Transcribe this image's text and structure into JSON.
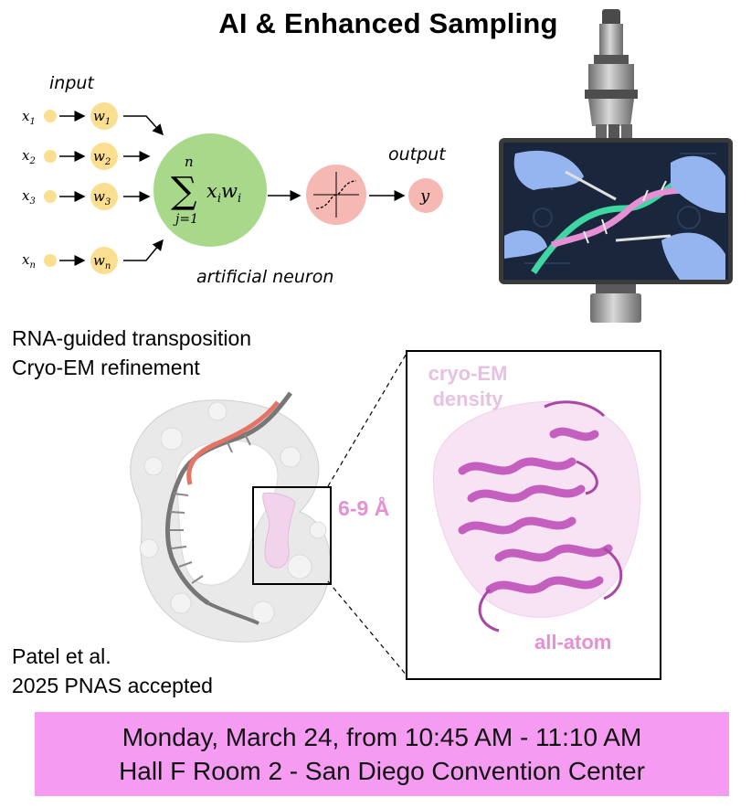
{
  "title": "AI & Enhanced Sampling",
  "neuron": {
    "input_label": "input",
    "output_label": "output",
    "caption": "artificial neuron",
    "inputs": [
      {
        "x_label": "x",
        "x_sub": "1",
        "w_label": "w",
        "w_sub": "1"
      },
      {
        "x_label": "x",
        "x_sub": "2",
        "w_label": "w",
        "w_sub": "2"
      },
      {
        "x_label": "x",
        "x_sub": "3",
        "w_label": "w",
        "w_sub": "3"
      },
      {
        "x_label": "x",
        "x_sub": "n",
        "w_label": "w",
        "w_sub": "n"
      }
    ],
    "sum_top": "n",
    "sum_bottom": "j=1",
    "sum_term": "x",
    "sum_term_sub": "i",
    "sum_weight": "w",
    "sum_weight_sub": "i",
    "output_symbol": "y",
    "colors": {
      "node": "#fbdf90",
      "sum": "#a8d98a",
      "activation": "#f6b8b3"
    }
  },
  "microscope_illustration": "microscope-with-dna-screen",
  "rna": {
    "line1": "RNA-guided transposition",
    "line2": "Cryo-EM refinement"
  },
  "resolution_label": "6-9 Å",
  "zoom": {
    "density_line1": "cryo-EM",
    "density_line2": "density",
    "model_label": "all-atom"
  },
  "citation": {
    "line1": "Patel et al.",
    "line2": "2025 PNAS accepted"
  },
  "banner": {
    "line1": "Monday, March 24, from 10:45 AM - 11:10 AM",
    "line2": "Hall F Room 2 - San Diego Convention Center",
    "color": "#f59cf2"
  }
}
